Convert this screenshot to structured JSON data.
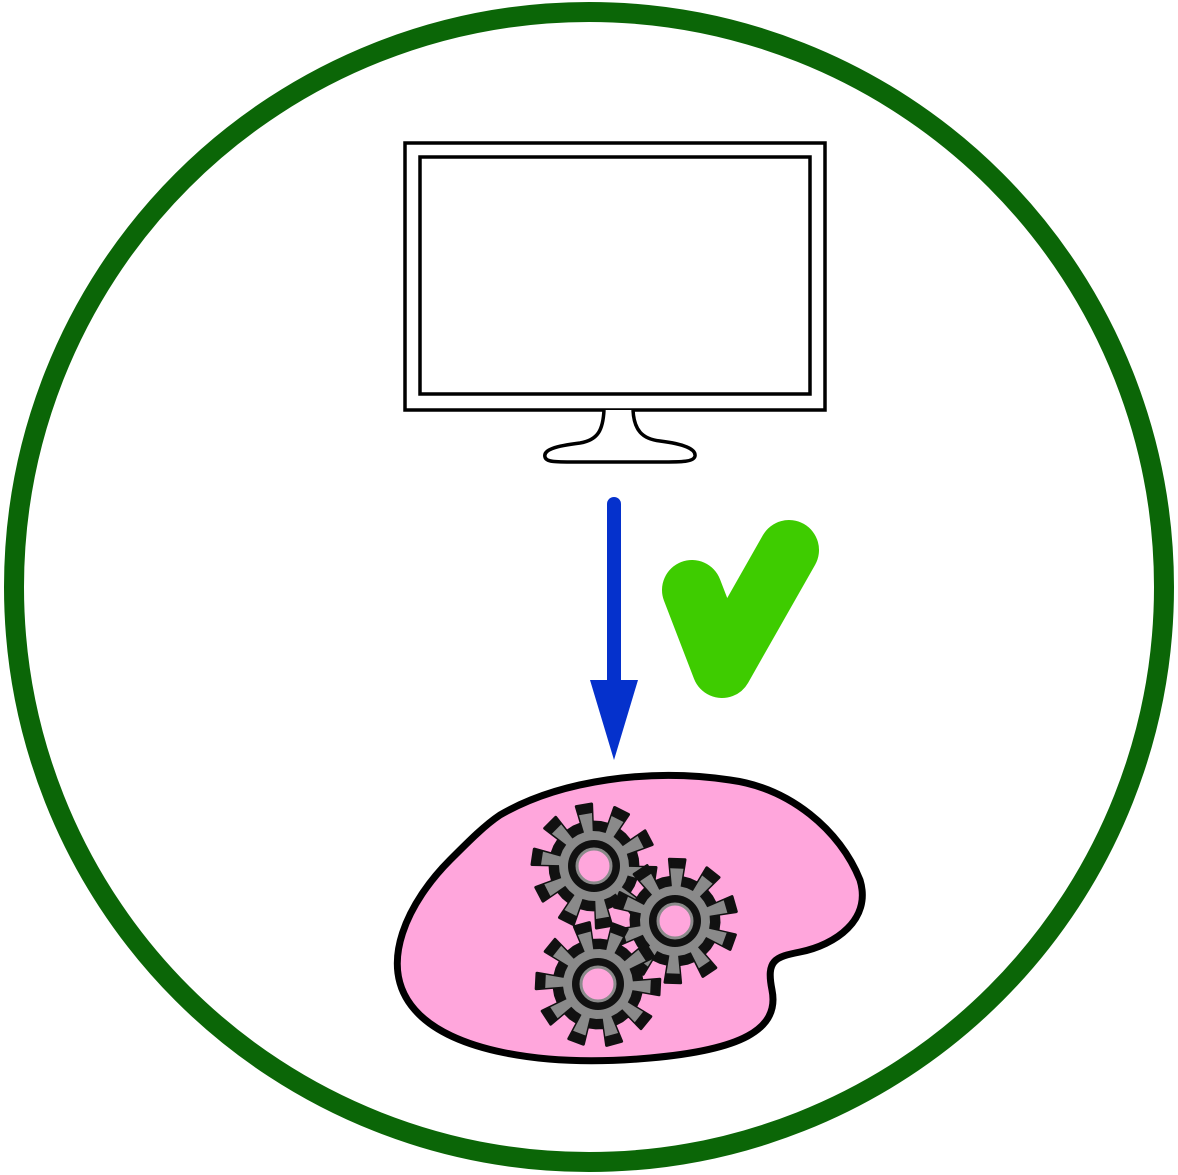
{
  "colors": {
    "background": "#ffffff",
    "circle_border": "#0b6607",
    "monitor_stroke": "#000000",
    "monitor_fill": "#ffffff",
    "arrow": "#0531cc",
    "checkmark": "#3ecc00",
    "blob_fill": "#ffa6dc",
    "blob_stroke": "#000000",
    "gear_outer": "#111111",
    "gear_inner": "#8a8a8a",
    "gear_hub_fill": "#ffa6dc"
  },
  "icons": {
    "frame": "circle-frame",
    "monitor": "monitor-icon",
    "arrow": "arrow-down-icon",
    "check": "checkmark-icon",
    "blob": "pink-blob",
    "gears": "gears-icon"
  },
  "gear_count": 3
}
